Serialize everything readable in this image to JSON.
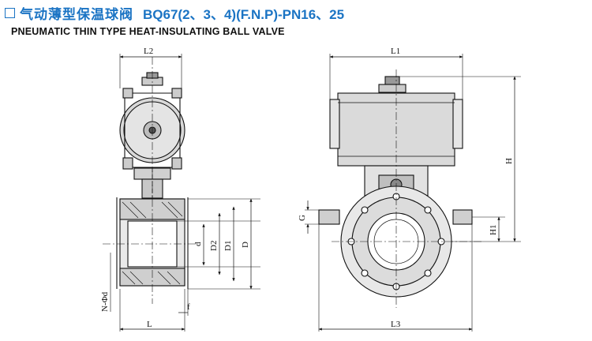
{
  "header": {
    "title_cn": "气动薄型保温球阀",
    "title_model": "BQ67(2、3、4)(F.N.P)-PN16、25",
    "subtitle": "PNEUMATIC THIN  TYPE HEAT-INSULATING BALL VALVE"
  },
  "dimensions": {
    "L2": "L2",
    "L": "L",
    "f": "f",
    "d": "d",
    "D2": "D2",
    "D1": "D1",
    "D": "D",
    "Nd": "N-Φd",
    "L1": "L1",
    "H": "H",
    "G": "G",
    "H1": "H1",
    "L3": "L3"
  },
  "colors": {
    "title": "#1b74c4",
    "line": "#111111",
    "body_fill": "#dadada"
  }
}
